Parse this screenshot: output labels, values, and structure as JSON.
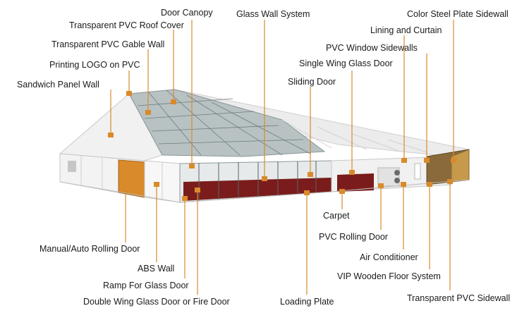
{
  "labels": {
    "door_canopy": "Door Canopy",
    "glass_wall_system": "Glass Wall System",
    "color_steel_plate_sidewall": "Color Steel Plate Sidewall",
    "transparent_pvc_roof_cover": "Transparent PVC Roof Cover",
    "lining_and_curtain": "Lining and Curtain",
    "transparent_pvc_gable_wall": "Transparent PVC Gable Wall",
    "pvc_window_sidewalls": "PVC Window Sidewalls",
    "printing_logo_on_pvc": "Printing LOGO on PVC",
    "single_wing_glass_door": "Single Wing Glass Door",
    "sandwich_panel_wall": "Sandwich Panel Wall",
    "sliding_door": "Sliding Door",
    "carpet": "Carpet",
    "pvc_rolling_door": "PVC Rolling Door",
    "manual_auto_rolling_door": "Manual/Auto Rolling Door",
    "air_conditioner": "Air Conditioner",
    "abs_wall": "ABS Wall",
    "vip_wooden_floor_system": "VIP Wooden Floor System",
    "ramp_for_glass_door": "Ramp For Glass Door",
    "double_wing_glass_door_or_fire_door": "Double Wing Glass Door or Fire Door",
    "loading_plate": "Loading Plate",
    "transparent_pvc_sidewall": "Transparent PVC Sidewall"
  },
  "colors": {
    "leader_line": "#d98a2b",
    "marker": "#d98a2b",
    "tent_roof": "#e9e9e9",
    "tent_wall": "#f4f4f4",
    "glass": "#9aa7a8",
    "orange_door": "#d98a2b",
    "carpet": "#7a1c1c"
  }
}
